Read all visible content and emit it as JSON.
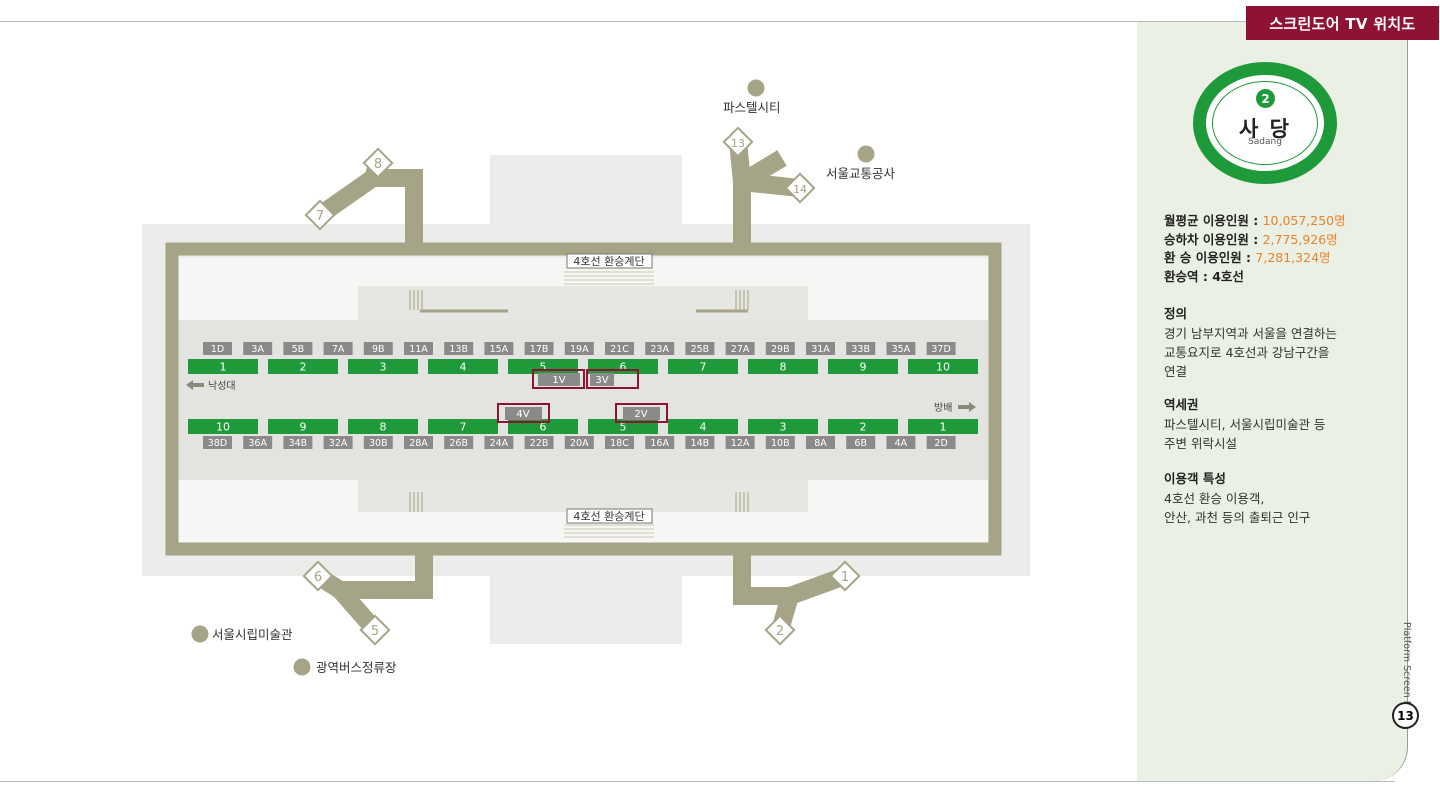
{
  "banner": "스크린도어 TV 위치도",
  "station": {
    "line": "2",
    "name_ko": "사 당",
    "name_en": "Sadang"
  },
  "stats": [
    {
      "label": "월평균 이용인원 : ",
      "value": "10,057,250명"
    },
    {
      "label": "승하차 이용인원 :  ",
      "value": "2,775,926명"
    },
    {
      "label": "환   승 이용인원 :  ",
      "value": "7,281,324명"
    },
    {
      "label": "환승역 : 4호선",
      "value": ""
    }
  ],
  "definition": {
    "title": "정의",
    "lines": [
      "경기 남부지역과 서울을 연결하는",
      "교통요지로 4호선과 강남구간을",
      "연결"
    ]
  },
  "area": {
    "title": "역세권",
    "lines": [
      "파스텔시티, 서울시립미술관 등",
      "주변 위락시설"
    ]
  },
  "users": {
    "title": "이용객 특성",
    "lines": [
      "4호선 환승 이용객,",
      "안산, 과천 등의 출퇴근 인구"
    ]
  },
  "side_vertical": "Platform Screen Door",
  "page_number": "13",
  "map": {
    "transfer_top": "4호선 환승계단",
    "transfer_bottom": "4호선 환승계단",
    "dir_left": "낙성대",
    "dir_right": "방배",
    "landmarks": [
      "파스텔시티",
      "서울교통공사",
      "서울시립미술관",
      "광역버스정류장"
    ],
    "exits": [
      "1",
      "2",
      "5",
      "6",
      "7",
      "8",
      "13",
      "14"
    ],
    "top_doors": [
      "1D",
      "3A",
      "5B",
      "7A",
      "9B",
      "11A",
      "13B",
      "15A",
      "17B",
      "19A",
      "21C",
      "23A",
      "25B",
      "27A",
      "29B",
      "31A",
      "33B",
      "35A",
      "37D"
    ],
    "top_cars": [
      "1",
      "2",
      "3",
      "4",
      "5",
      "6",
      "7",
      "8",
      "9",
      "10"
    ],
    "bottom_cars": [
      "10",
      "9",
      "8",
      "7",
      "6",
      "5",
      "4",
      "3",
      "2",
      "1"
    ],
    "bottom_doors": [
      "38D",
      "36A",
      "34B",
      "32A",
      "30B",
      "28A",
      "26B",
      "24A",
      "22B",
      "20A",
      "18C",
      "16A",
      "14B",
      "12A",
      "10B",
      "8A",
      "6B",
      "4A",
      "2D"
    ],
    "tv": [
      "1V",
      "3V",
      "4V",
      "2V"
    ]
  },
  "colors": {
    "accent": "#8d1233",
    "line2": "#1f9a3a",
    "orange": "#e9822a",
    "wall": "#a5a486"
  }
}
